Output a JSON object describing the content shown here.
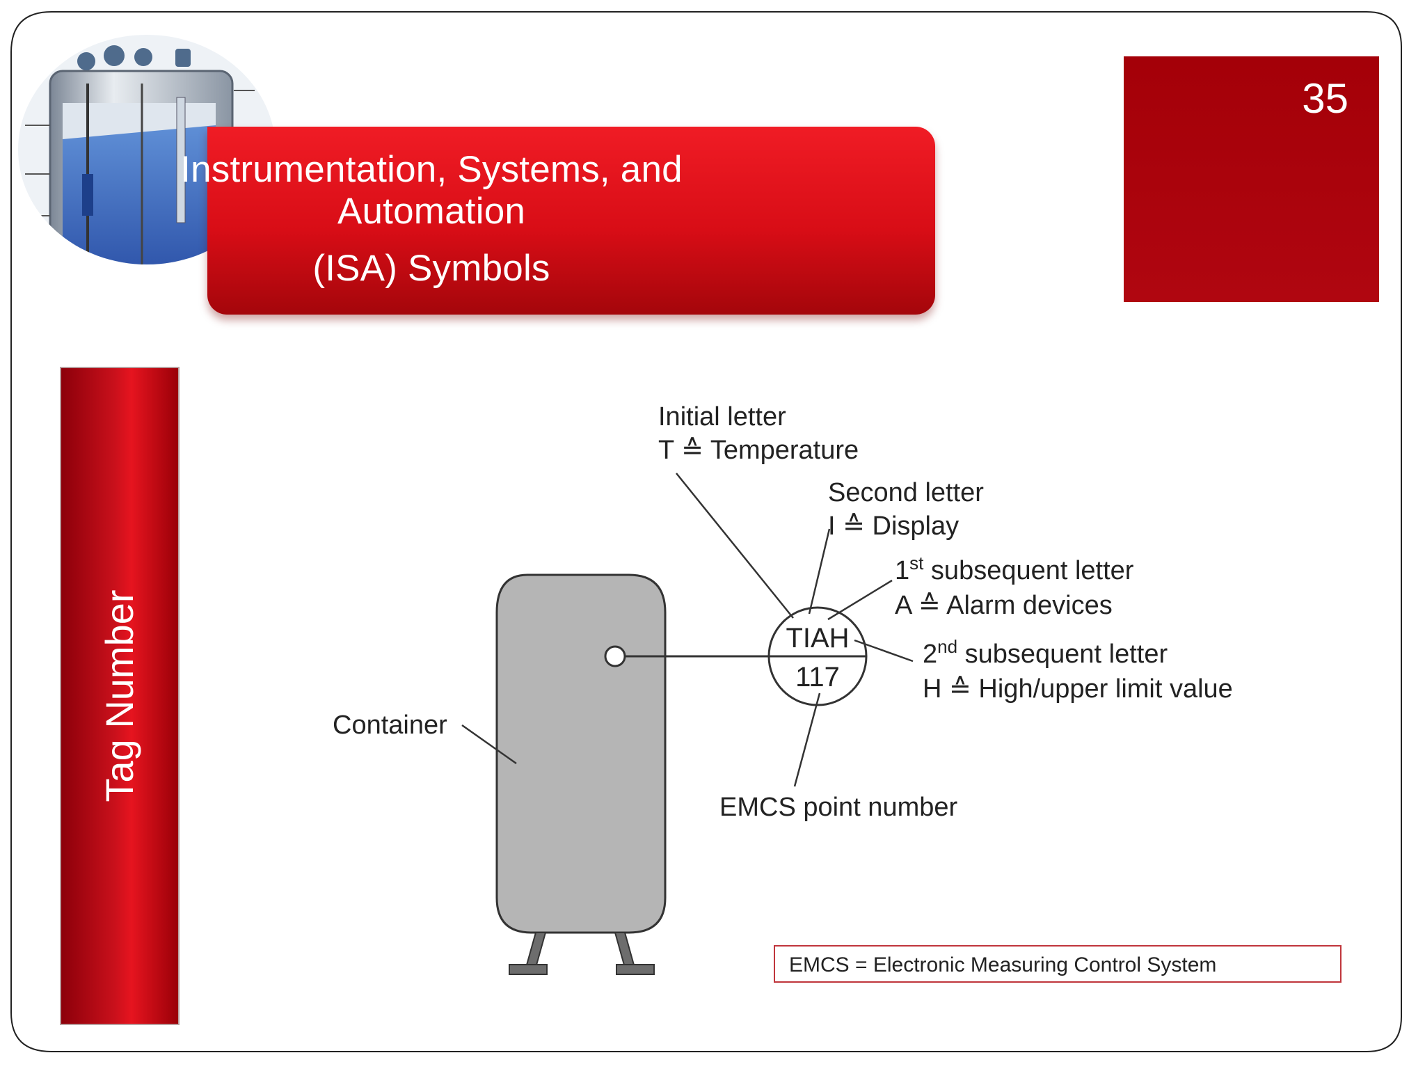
{
  "slide": {
    "title_line_1": "Instrumentation, Systems, and",
    "title_line_2": "Automation",
    "title_line_3": "(ISA) Symbols",
    "page_number": "35",
    "side_label": "Tag Number"
  },
  "diagram": {
    "container_label": "Container",
    "bubble_top": "TIAH",
    "bubble_bottom": "117",
    "initial_letter": {
      "title": "Initial letter",
      "letter": "T",
      "symbol": "≙",
      "meaning": "Temperature"
    },
    "second_letter": {
      "title": "Second letter",
      "letter": "I",
      "symbol": "≙",
      "meaning": "Display"
    },
    "first_subsequent": {
      "ordinal": "1",
      "sup": "st",
      "rest": " subsequent letter",
      "letter": "A",
      "symbol": "≙",
      "meaning": "Alarm devices"
    },
    "second_subsequent": {
      "ordinal": "2",
      "sup": "nd",
      "rest": " subsequent letter",
      "letter": "H",
      "symbol": "≙",
      "meaning": "High/upper limit value"
    },
    "point_number_label": "EMCS point number",
    "legend": "EMCS = Electronic Measuring Control System"
  },
  "colors": {
    "banner_red": "#e2121c",
    "number_box_red": "#a40008",
    "vessel_gray": "#b5b5b5",
    "text_dark": "#222222"
  }
}
